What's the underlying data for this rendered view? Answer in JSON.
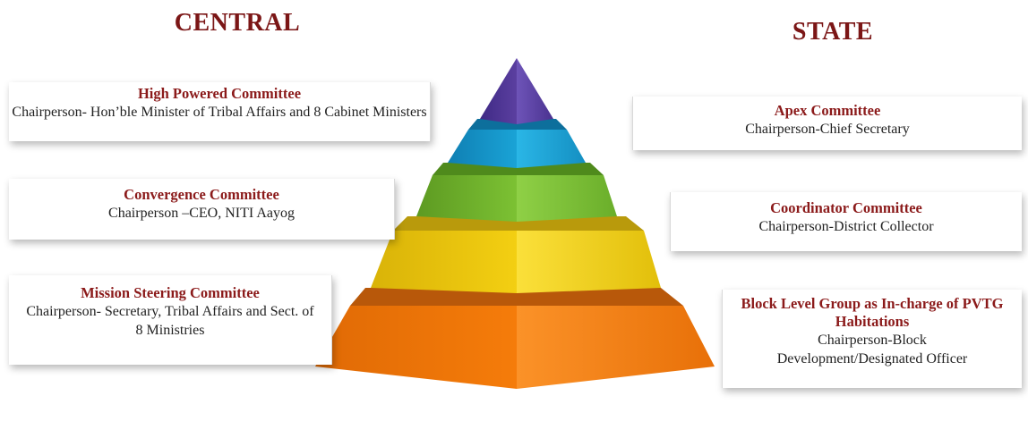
{
  "headings": {
    "central": "CENTRAL",
    "state": "STATE"
  },
  "central": [
    {
      "title": "High Powered Committee",
      "description": "Chairperson- Hon’ble Minister of Tribal Affairs and 8 Cabinet Ministers"
    },
    {
      "title": "Convergence Committee",
      "description": "Chairperson –CEO, NITI Aayog"
    },
    {
      "title": "Mission Steering Committee",
      "description": "Chairperson- Secretary, Tribal Affairs and Sect. of 8 Ministries"
    }
  ],
  "state": [
    {
      "title": "Apex Committee",
      "description": "Chairperson-Chief Secretary"
    },
    {
      "title": "Coordinator Committee",
      "description": "Chairperson-District Collector"
    },
    {
      "title": "Block Level Group as In-charge of PVTG Habitations",
      "description": "Chairperson-Block Development/Designated Officer"
    }
  ],
  "pyramid": {
    "levels": [
      {
        "color": "#5b3fa0"
      },
      {
        "color": "#1aa3d6"
      },
      {
        "color": "#7cc133"
      },
      {
        "color": "#f3cf12"
      },
      {
        "color": "#f57c0a"
      }
    ]
  },
  "colors": {
    "heading": "#7b1616",
    "title": "#8b1a1a",
    "text": "#222222"
  }
}
